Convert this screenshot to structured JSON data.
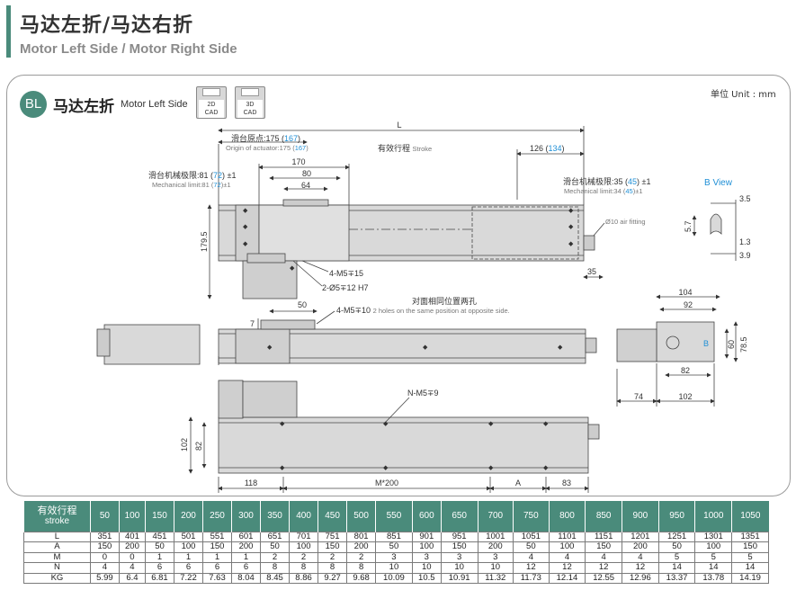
{
  "header": {
    "title_cn": "马达左折/马达右折",
    "title_en": "Motor Left Side / Motor Right Side"
  },
  "section": {
    "badge": "BL",
    "title_cn": "马达左折",
    "title_en": "Motor Left Side",
    "unit": "单位 Unit : mm",
    "cad_buttons": [
      {
        "line1": "2D",
        "line2": "CAD"
      },
      {
        "line1": "3D",
        "line2": "CAD"
      }
    ]
  },
  "dims": {
    "L": "L",
    "slider_origin_cn": "滑台原点:175 (",
    "slider_origin_val": "167",
    "slider_origin_close": ")",
    "slider_origin_en": "Origin of actuator:175 (",
    "slider_origin_en_val": "167",
    "stroke_cn": "有效行程",
    "stroke_en": "Stroke",
    "d126": "126 (",
    "d126_val": "134",
    "d170": "170",
    "d80": "80",
    "d64": "64",
    "mech_left_cn": "滑台机械极限:81 (",
    "mech_left_val": "72",
    "mech_left_tail": ") ±1",
    "mech_left_en": "Mechanical limit:81 (",
    "mech_left_en_val": "72",
    "mech_left_en_tail": ")±1",
    "mech_right_cn": "滑台机械极限:35 (",
    "mech_right_val": "45",
    "mech_right_tail": ") ±1",
    "mech_right_en": "Mechanical limit:34 (",
    "mech_right_en_val": "45",
    "mech_right_en_tail": ")±1",
    "air_fitting": "Ø10 air fitting",
    "d179_5": "179.5",
    "d35": "35",
    "m5_15": "4-M5∓15",
    "pin_12": "2-Ø5∓12 H7",
    "d50": "50",
    "d7": "7",
    "m5_10": "4-M5∓10",
    "m5_10_en": "2 holes on the same position at opposite side.",
    "opposite_cn": "对面相同位置两孔",
    "bview": "B View",
    "d3_5": "3.5",
    "d5_7": "5.7",
    "d1_3": "1.3",
    "d3_9": "3.9",
    "d104": "104",
    "d92": "92",
    "d78_5": "78.5",
    "d60": "60",
    "d82r": "82",
    "d74": "74",
    "d102r": "102",
    "b_label": "B",
    "nm5_9": "N-M5∓9",
    "d102": "102",
    "d82": "82",
    "d118": "118",
    "m200": "M*200",
    "dA": "A",
    "d83": "83"
  },
  "table": {
    "head_cn": "有效行程",
    "head_en": "stroke",
    "strokes": [
      "50",
      "100",
      "150",
      "200",
      "250",
      "300",
      "350",
      "400",
      "450",
      "500",
      "550",
      "600",
      "650",
      "700",
      "750",
      "800",
      "850",
      "900",
      "950",
      "1000",
      "1050"
    ],
    "rows": [
      {
        "label": "L",
        "values": [
          "351",
          "401",
          "451",
          "501",
          "551",
          "601",
          "651",
          "701",
          "751",
          "801",
          "851",
          "901",
          "951",
          "1001",
          "1051",
          "1101",
          "1151",
          "1201",
          "1251",
          "1301",
          "1351"
        ]
      },
      {
        "label": "A",
        "values": [
          "150",
          "200",
          "50",
          "100",
          "150",
          "200",
          "50",
          "100",
          "150",
          "200",
          "50",
          "100",
          "150",
          "200",
          "50",
          "100",
          "150",
          "200",
          "50",
          "100",
          "150"
        ]
      },
      {
        "label": "M",
        "values": [
          "0",
          "0",
          "1",
          "1",
          "1",
          "1",
          "2",
          "2",
          "2",
          "2",
          "3",
          "3",
          "3",
          "3",
          "4",
          "4",
          "4",
          "4",
          "5",
          "5",
          "5"
        ]
      },
      {
        "label": "N",
        "values": [
          "4",
          "4",
          "6",
          "6",
          "6",
          "6",
          "8",
          "8",
          "8",
          "8",
          "10",
          "10",
          "10",
          "10",
          "12",
          "12",
          "12",
          "12",
          "14",
          "14",
          "14"
        ]
      },
      {
        "label": "KG",
        "values": [
          "5.99",
          "6.4",
          "6.81",
          "7.22",
          "7.63",
          "8.04",
          "8.45",
          "8.86",
          "9.27",
          "9.68",
          "10.09",
          "10.5",
          "10.91",
          "11.32",
          "11.73",
          "12.14",
          "12.55",
          "12.96",
          "13.37",
          "13.78",
          "14.19"
        ]
      }
    ]
  },
  "colors": {
    "accent": "#4a8b7b",
    "blue_value": "#1f8fd6",
    "body_fill": "#d9d9d9",
    "motor_fill": "#cfcfcf"
  }
}
